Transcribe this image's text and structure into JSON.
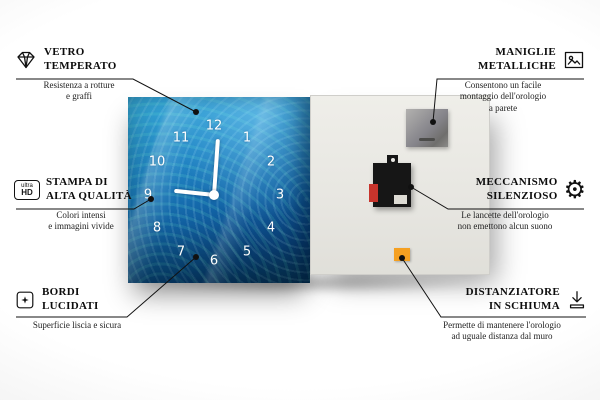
{
  "clock": {
    "numerals": {
      "n1": "1",
      "n2": "2",
      "n3": "3",
      "n4": "4",
      "n5": "5",
      "n6": "6",
      "n7": "7",
      "n8": "8",
      "n9": "9",
      "n10": "10",
      "n11": "11",
      "n12": "12"
    }
  },
  "callouts": {
    "vetro": {
      "title": "VETRO\nTEMPERATO",
      "desc": "Resistenza a rotture\ne graffi"
    },
    "stampa": {
      "title": "STAMPA DI\nALTA QUALITÀ",
      "desc": "Colori intensi\ne immagini vivide"
    },
    "bordi": {
      "title": "BORDI\nLUCIDATI",
      "desc": "Superficie liscia e sicura"
    },
    "maniglie": {
      "title": "MANIGLIE\nMETALLICHE",
      "desc": "Consentono un facile\nmontaggio dell'orologio\na parete"
    },
    "meccanismo": {
      "title": "MECCANISMO\nSILENZIOSO",
      "desc": "Le lancette dell'orologio\nnon emettono alcun suono"
    },
    "distanziatore": {
      "title": "DISTANZIATORE\nIN SCHIUMA",
      "desc": "Permette di mantenere l'orologio\nad uguale distanza dal muro"
    }
  },
  "icons": {
    "ultra_hd": {
      "line1": "ultra",
      "line2": "HD"
    }
  },
  "colors": {
    "front_blue": "#1f7fc0",
    "back_gray": "#e9e8e3",
    "spacer_orange": "#f5a021",
    "mechanism_black": "#161616",
    "line_black": "#111111"
  }
}
